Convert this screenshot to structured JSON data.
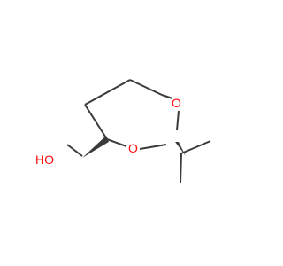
{
  "structure": {
    "colors": {
      "bond": "#3b3b3b",
      "oxygen": "#ff0d0d",
      "background": "#ffffff"
    },
    "atoms": {
      "hydroxyl_label": "HO",
      "ring_oxygen_1_label": "O",
      "ring_oxygen_2_label": "O"
    }
  }
}
